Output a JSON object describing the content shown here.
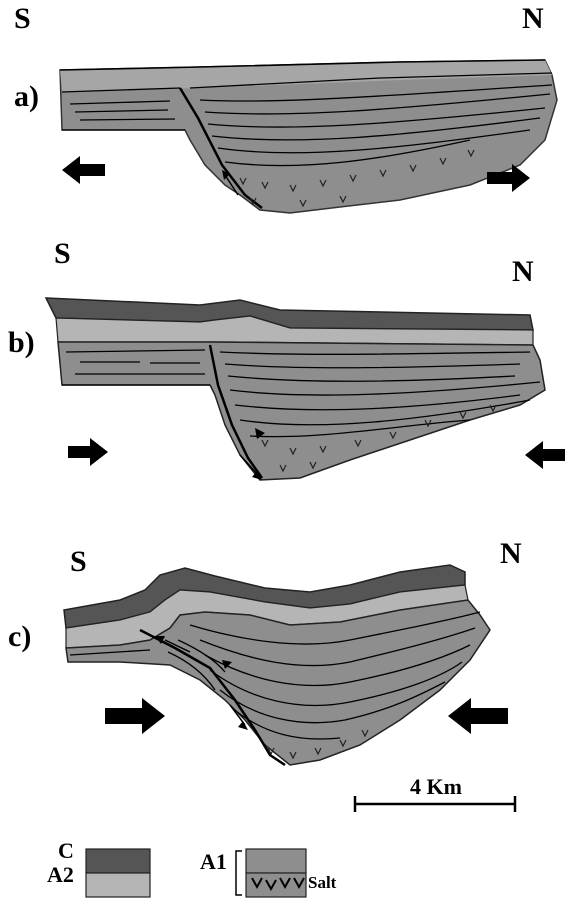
{
  "panels": [
    {
      "id": "a",
      "label": "a)",
      "left_label": "S",
      "right_label": "N",
      "arrows": "extension"
    },
    {
      "id": "b",
      "label": "b)",
      "left_label": "S",
      "right_label": "N",
      "arrows": "compression"
    },
    {
      "id": "c",
      "label": "c)",
      "left_label": "S",
      "right_label": "N",
      "arrows": "compression"
    }
  ],
  "scale_bar": {
    "label": "4 Km"
  },
  "legend": {
    "items": [
      {
        "label": "C",
        "color": "#555555"
      },
      {
        "label": "A2",
        "color": "#b5b5b5"
      },
      {
        "label": "A1",
        "color": "#8e8e8e"
      },
      {
        "label": "Salt",
        "color": "#8e8e8e"
      }
    ]
  },
  "colors": {
    "C": "#555555",
    "A2": "#b5b5b5",
    "A1": "#8e8e8e",
    "ink": "#000000"
  }
}
